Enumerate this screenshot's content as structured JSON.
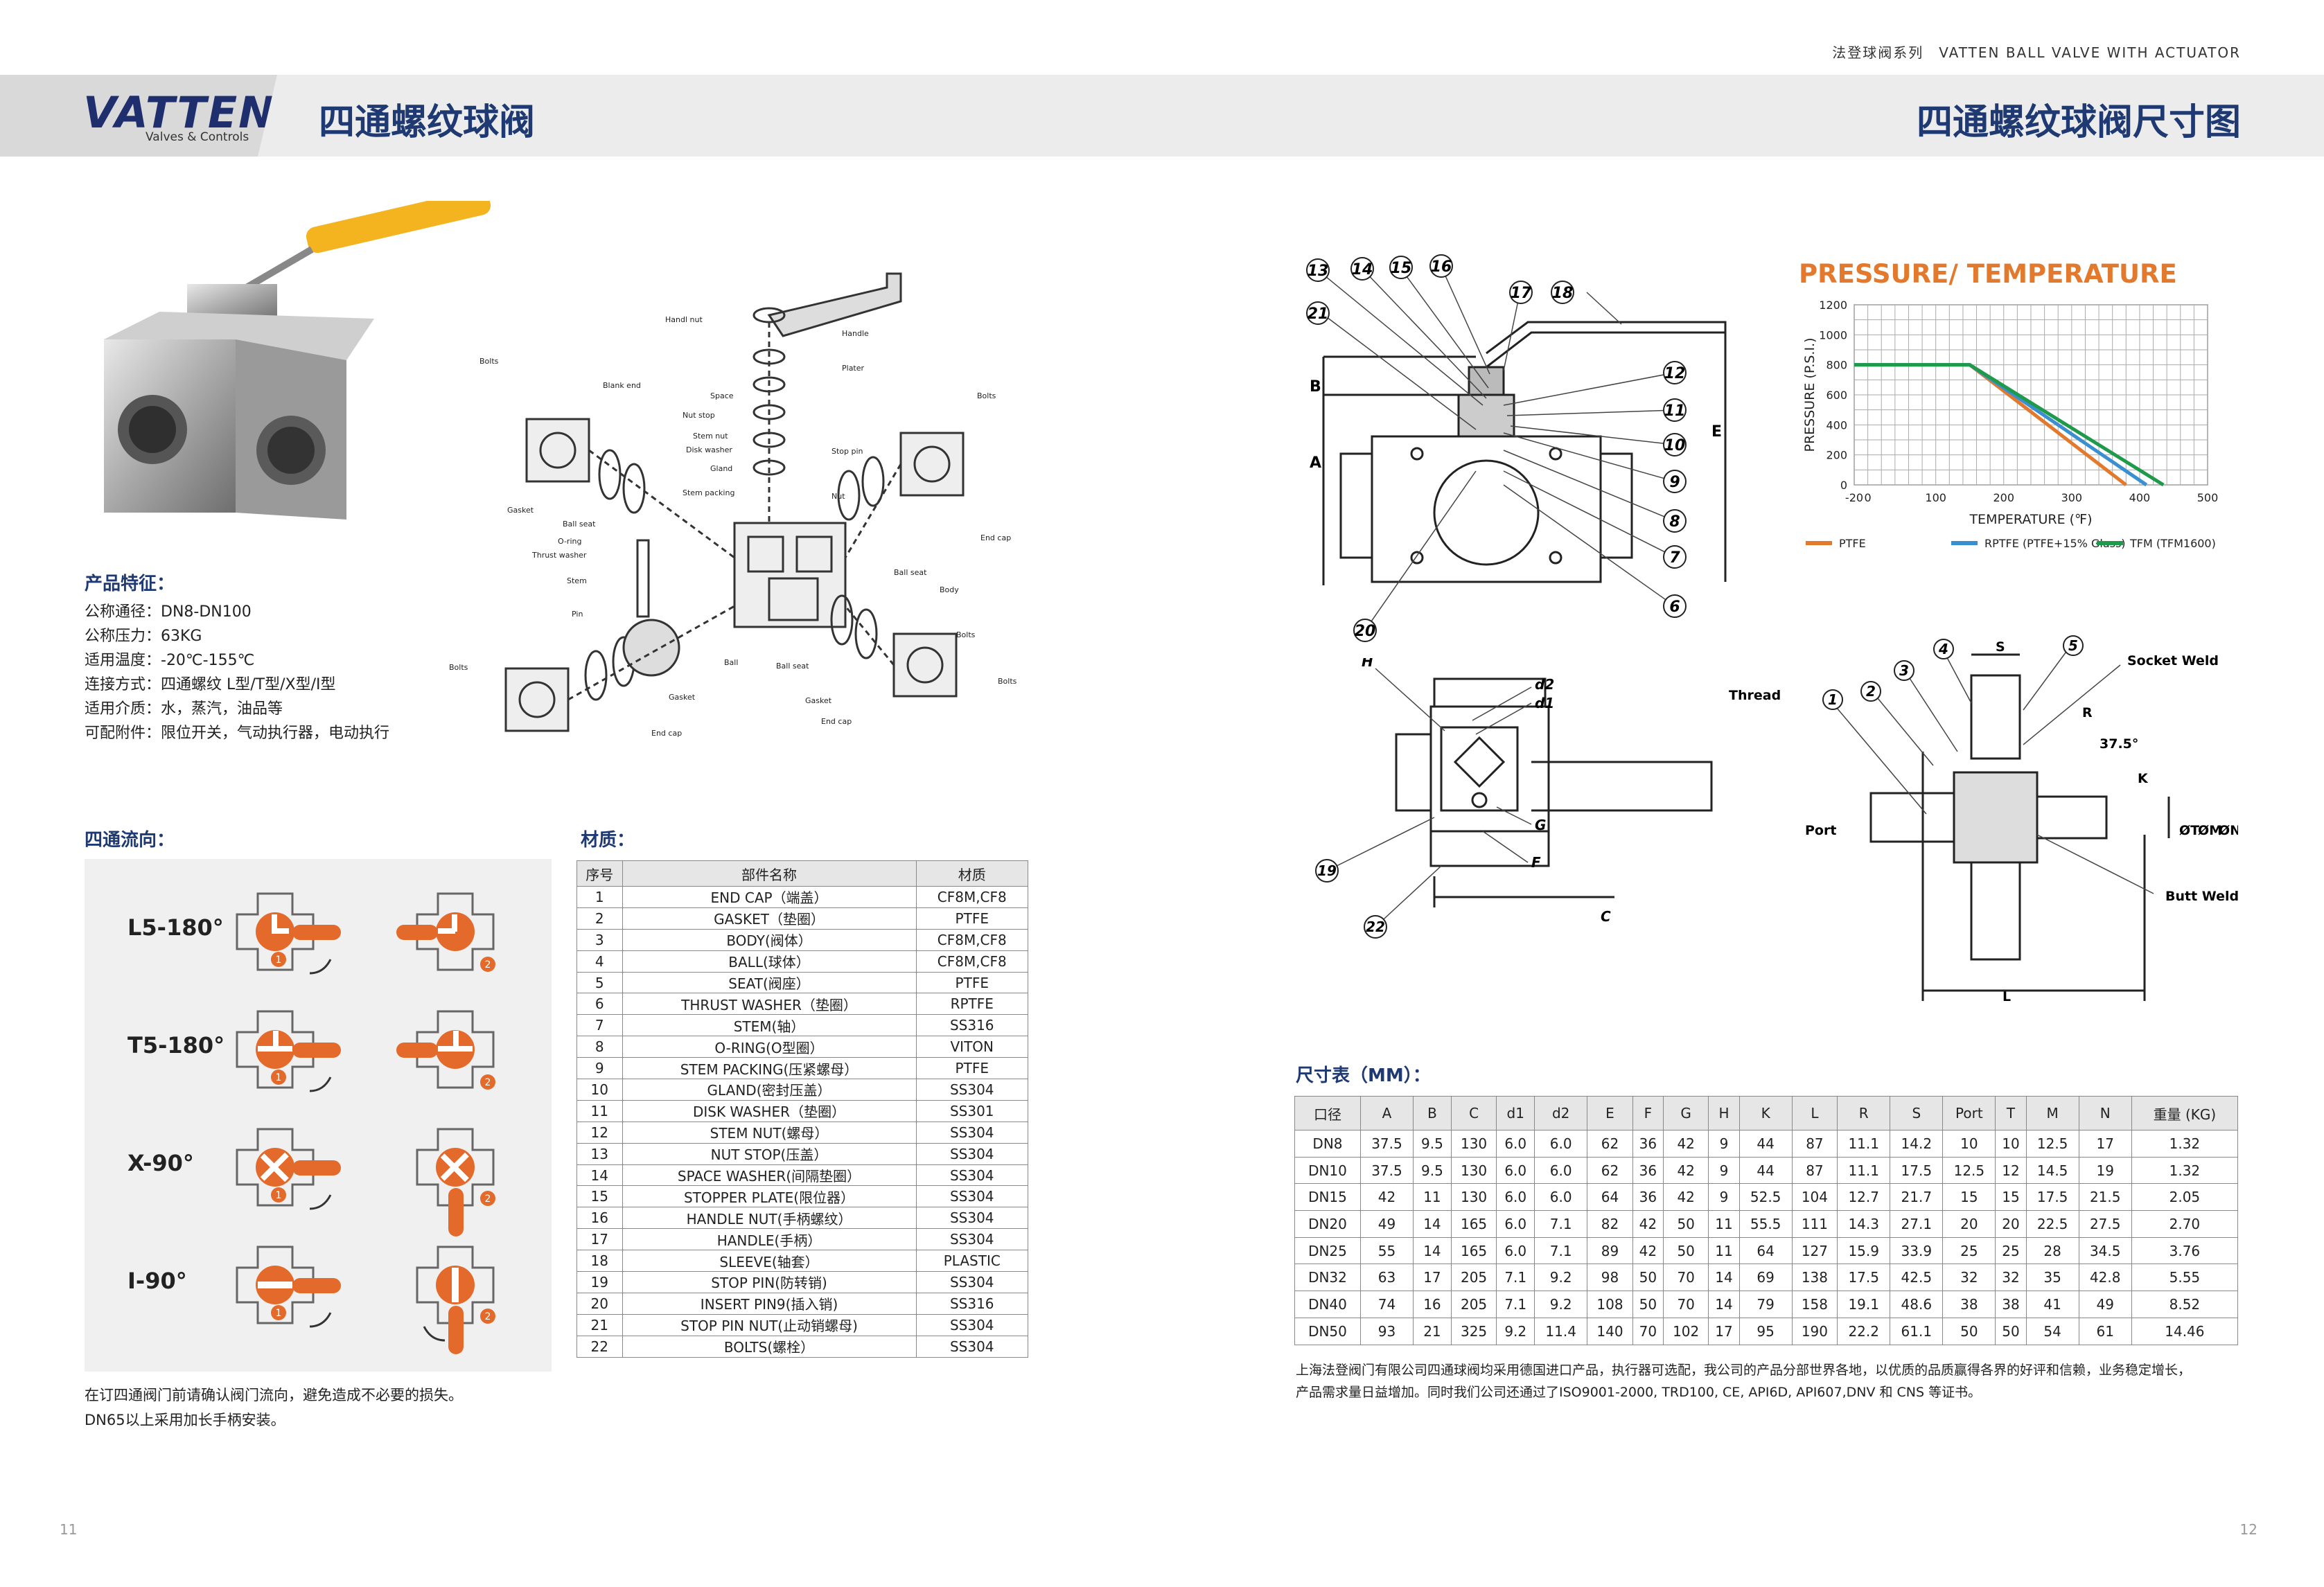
{
  "header": {
    "series": "法登球阀系列　VATTEN BALL VALVE WITH ACTUATOR",
    "logo": "VATTEN",
    "logo_sub": "Valves & Controls",
    "title_left": "四通螺纹球阀",
    "title_right": "四通螺纹球阀尺寸图"
  },
  "features": {
    "title": "产品特征：",
    "items": [
      "公称通径：DN8-DN100",
      "公称压力：63KG",
      "适用温度：-20℃-155℃",
      "连接方式：四通螺纹 L型/T型/X型/I型",
      "适用介质：水，蒸汽，油品等",
      "可配附件：限位开关，气动执行器，电动执行"
    ]
  },
  "exploded_labels": [
    "Handl nut",
    "Handle",
    "Plater",
    "Space",
    "Nut stop",
    "Stem nut",
    "Disk washer",
    "Gland",
    "Stem packing",
    "Stop pin",
    "Nut",
    "Bolts",
    "Blank end",
    "Bolts",
    "Gasket",
    "Ball seat",
    "O-ring",
    "Thrust washer",
    "Stem",
    "Pin",
    "End cap",
    "Body",
    "Ball seat",
    "Bolts",
    "Ball",
    "Ball seat",
    "Gasket",
    "Gasket",
    "End cap",
    "Bolts",
    "End cap",
    "Bolts"
  ],
  "flow": {
    "title": "四通流向：",
    "items": [
      {
        "label": "L5-180°"
      },
      {
        "label": "T5-180°"
      },
      {
        "label": "X-90°"
      },
      {
        "label": "I-90°"
      }
    ],
    "badge1": "1",
    "badge2": "2",
    "note1": "在订四通阀门前请确认阀门流向，避免造成不必要的损失。",
    "note2": "DN65以上采用加长手柄安装。"
  },
  "materials": {
    "title": "材质：",
    "headers": [
      "序号",
      "部件名称",
      "材质"
    ],
    "rows": [
      [
        "1",
        "END CAP（端盖）",
        "CF8M,CF8"
      ],
      [
        "2",
        "GASKET（垫圈）",
        "PTFE"
      ],
      [
        "3",
        "BODY(阀体）",
        "CF8M,CF8"
      ],
      [
        "4",
        "BALL(球体）",
        "CF8M,CF8"
      ],
      [
        "5",
        "SEAT(阀座）",
        "PTFE"
      ],
      [
        "6",
        "THRUST WASHER（垫圈）",
        "RPTFE"
      ],
      [
        "7",
        "STEM(轴）",
        "SS316"
      ],
      [
        "8",
        "O-RING(O型圈）",
        "VITON"
      ],
      [
        "9",
        "STEM PACKING(压紧螺母）",
        "PTFE"
      ],
      [
        "10",
        "GLAND(密封压盖）",
        "SS304"
      ],
      [
        "11",
        "DISK WASHER（垫圈）",
        "SS301"
      ],
      [
        "12",
        "STEM NUT(螺母）",
        "SS304"
      ],
      [
        "13",
        "NUT STOP(压盖）",
        "SS304"
      ],
      [
        "14",
        "SPACE WASHER(间隔垫圈）",
        "SS304"
      ],
      [
        "15",
        "STOPPER PLATE(限位器）",
        "SS304"
      ],
      [
        "16",
        "HANDLE NUT(手柄螺纹）",
        "SS304"
      ],
      [
        "17",
        "HANDLE(手柄）",
        "SS304"
      ],
      [
        "18",
        "SLEEVE(轴套）",
        "PLASTIC"
      ],
      [
        "19",
        "STOP PIN(防转销)",
        "SS304"
      ],
      [
        "20",
        "INSERT PIN9(插入销)",
        "SS316"
      ],
      [
        "21",
        "STOP PIN NUT(止动销螺母)",
        "SS304"
      ],
      [
        "22",
        "BOLTS(螺栓）",
        "SS304"
      ]
    ]
  },
  "drawing_top": {
    "balloons": [
      "13",
      "14",
      "15",
      "16",
      "17",
      "18",
      "21",
      "12",
      "11",
      "10",
      "9",
      "8",
      "7",
      "6",
      "20"
    ],
    "dims": [
      "B",
      "A",
      "E"
    ]
  },
  "drawing_side": {
    "balloons": [
      "19",
      "22"
    ],
    "dims": [
      "H",
      "d2",
      "d1",
      "G",
      "F",
      "C"
    ]
  },
  "drawing_section": {
    "balloons": [
      "1",
      "2",
      "3",
      "4",
      "5"
    ],
    "labels": [
      "Thread",
      "Socket Weld",
      "Port",
      "Butt Weld",
      "ØT",
      "ØM",
      "ØN"
    ],
    "dims": [
      "S",
      "R",
      "K",
      "L",
      "37.5°"
    ]
  },
  "chart_data": {
    "type": "line",
    "title": "PRESSURE/ TEMPERATURE",
    "xlabel": "TEMPERATURE (℉)",
    "ylabel": "PRESSURE (P.S.I.)",
    "xlim": [
      -20,
      500
    ],
    "ylim": [
      0,
      1200
    ],
    "xticks": [
      -20,
      0,
      100,
      200,
      300,
      400,
      500
    ],
    "yticks": [
      0,
      200,
      400,
      600,
      800,
      1000,
      1200
    ],
    "grid": true,
    "legend_position": "bottom",
    "series": [
      {
        "name": "PTFE",
        "color": "#e3792c",
        "x": [
          -20,
          150,
          380
        ],
        "y": [
          800,
          800,
          0
        ]
      },
      {
        "name": "RPTFE (PTFE+15% Glass)",
        "color": "#3a8fd1",
        "x": [
          -20,
          150,
          410
        ],
        "y": [
          800,
          800,
          0
        ]
      },
      {
        "name": "TFM (TFM1600)",
        "color": "#1f9a4a",
        "x": [
          -20,
          150,
          435
        ],
        "y": [
          800,
          800,
          0
        ]
      }
    ]
  },
  "dimensions": {
    "title": "尺寸表（MM）：",
    "headers": [
      "口径",
      "A",
      "B",
      "C",
      "d1",
      "d2",
      "E",
      "F",
      "G",
      "H",
      "K",
      "L",
      "R",
      "S",
      "Port",
      "T",
      "M",
      "N",
      "重量 (KG)"
    ],
    "rows": [
      [
        "DN8",
        "37.5",
        "9.5",
        "130",
        "6.0",
        "6.0",
        "62",
        "36",
        "42",
        "9",
        "44",
        "87",
        "11.1",
        "14.2",
        "10",
        "10",
        "12.5",
        "17",
        "1.32"
      ],
      [
        "DN10",
        "37.5",
        "9.5",
        "130",
        "6.0",
        "6.0",
        "62",
        "36",
        "42",
        "9",
        "44",
        "87",
        "11.1",
        "17.5",
        "12.5",
        "12",
        "14.5",
        "19",
        "1.32"
      ],
      [
        "DN15",
        "42",
        "11",
        "130",
        "6.0",
        "6.0",
        "64",
        "36",
        "42",
        "9",
        "52.5",
        "104",
        "12.7",
        "21.7",
        "15",
        "15",
        "17.5",
        "21.5",
        "2.05"
      ],
      [
        "DN20",
        "49",
        "14",
        "165",
        "6.0",
        "7.1",
        "82",
        "42",
        "50",
        "11",
        "55.5",
        "111",
        "14.3",
        "27.1",
        "20",
        "20",
        "22.5",
        "27.5",
        "2.70"
      ],
      [
        "DN25",
        "55",
        "14",
        "165",
        "6.0",
        "7.1",
        "89",
        "42",
        "50",
        "11",
        "64",
        "127",
        "15.9",
        "33.9",
        "25",
        "25",
        "28",
        "34.5",
        "3.76"
      ],
      [
        "DN32",
        "63",
        "17",
        "205",
        "7.1",
        "9.2",
        "98",
        "50",
        "70",
        "14",
        "69",
        "138",
        "17.5",
        "42.5",
        "32",
        "32",
        "35",
        "42.8",
        "5.55"
      ],
      [
        "DN40",
        "74",
        "16",
        "205",
        "7.1",
        "9.2",
        "108",
        "50",
        "70",
        "14",
        "79",
        "158",
        "19.1",
        "48.6",
        "38",
        "38",
        "41",
        "49",
        "8.52"
      ],
      [
        "DN50",
        "93",
        "21",
        "325",
        "9.2",
        "11.4",
        "140",
        "70",
        "102",
        "17",
        "95",
        "190",
        "22.2",
        "61.1",
        "50",
        "50",
        "54",
        "61",
        "14.46"
      ]
    ],
    "note1": "上海法登阀门有限公司四通球阀均采用德国进口产品，执行器可选配，我公司的产品分部世界各地，以优质的品质赢得各界的好评和信赖，业务稳定增长，",
    "note2": "产品需求量日益增加。同时我们公司还通过了ISO9001-2000, TRD100, CE, API6D, API607,DNV 和 CNS 等证书。"
  },
  "pages": {
    "left": "11",
    "right": "12"
  }
}
